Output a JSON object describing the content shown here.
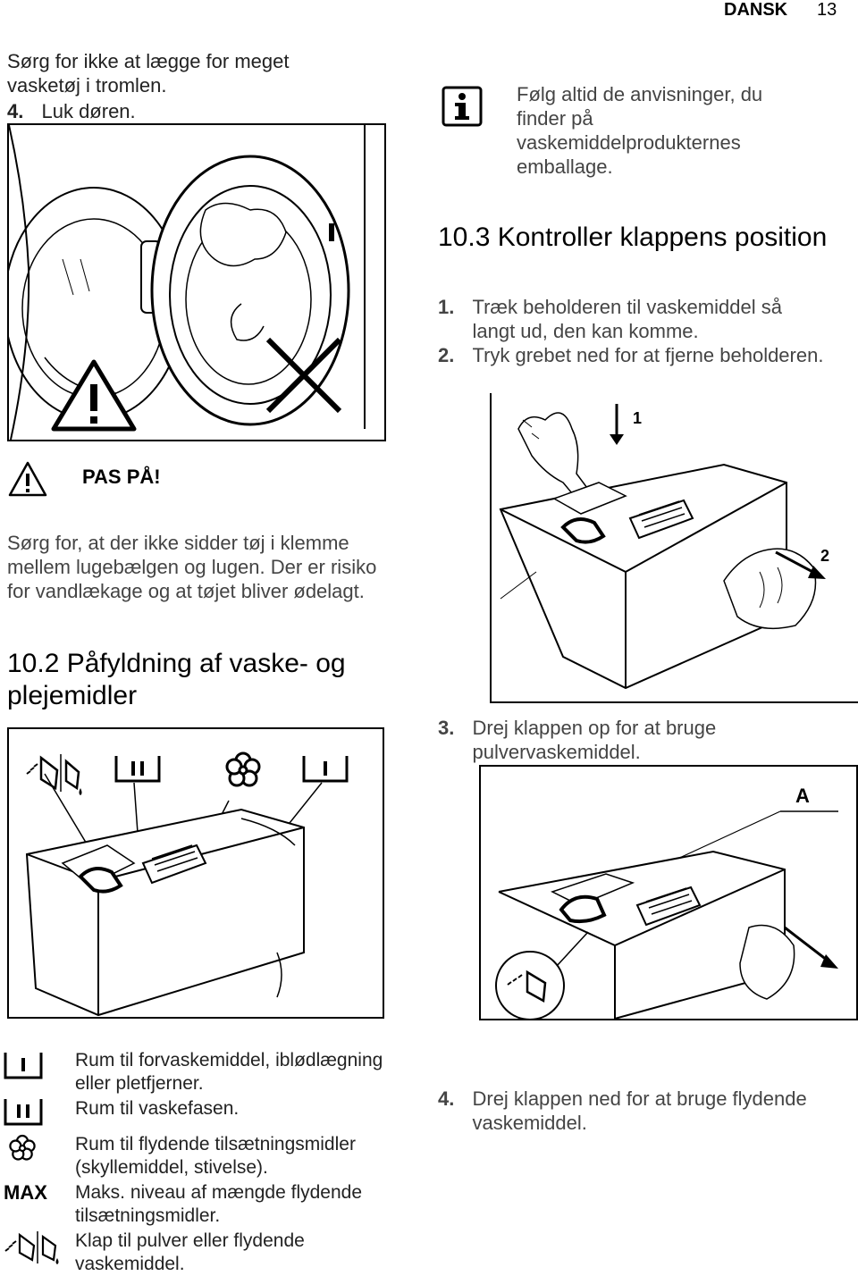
{
  "header": {
    "language": "DANSK",
    "page_number": "13"
  },
  "left_intro": {
    "line1": "Sørg for ikke at lægge for meget vasketøj i tromlen.",
    "step4_num": "4.",
    "step4_text": "Luk døren."
  },
  "warning": {
    "title": "PAS PÅ!",
    "text": "Sørg for, at der ikke sidder tøj i klemme mellem lugebælgen og lugen. Der er risiko for vandlækage og at tøjet bliver ødelagt."
  },
  "section_10_2": {
    "number": "10.2",
    "title": "Påfyldning af vaske- og plejemidler"
  },
  "info_note": {
    "text": "Følg altid de anvisninger, du finder på vaskemiddelprodukternes emballage."
  },
  "section_10_3": {
    "number": "10.3",
    "title": "Kontroller klappens position",
    "steps": [
      {
        "num": "1.",
        "text": "Træk beholderen til vaskemiddel så langt ud, den kan komme."
      },
      {
        "num": "2.",
        "text": "Tryk grebet ned for at fjerne beholderen."
      },
      {
        "num": "3.",
        "text": "Drej klappen op for at bruge pulvervaskemiddel."
      },
      {
        "num": "4.",
        "text": "Drej klappen ned for at bruge flydende vaskemiddel."
      }
    ]
  },
  "figure_labels": {
    "arrow1": "1",
    "arrow2": "2",
    "flap": "A"
  },
  "legend": [
    {
      "icon": "compartment-I-icon",
      "text": "Rum til forvaskemiddel, iblødlægning eller pletfjerner."
    },
    {
      "icon": "compartment-II-icon",
      "text": "Rum til vaskefasen."
    },
    {
      "icon": "flower-icon",
      "text": "Rum til flydende tilsætningsmidler (skyllemiddel, stivelse)."
    },
    {
      "icon": "max-label",
      "label": "MAX",
      "text": "Maks. niveau af mængde flydende tilsætningsmidler."
    },
    {
      "icon": "powder-liquid-flap-icon",
      "text": "Klap til pulver eller flydende vaskemiddel."
    }
  ]
}
